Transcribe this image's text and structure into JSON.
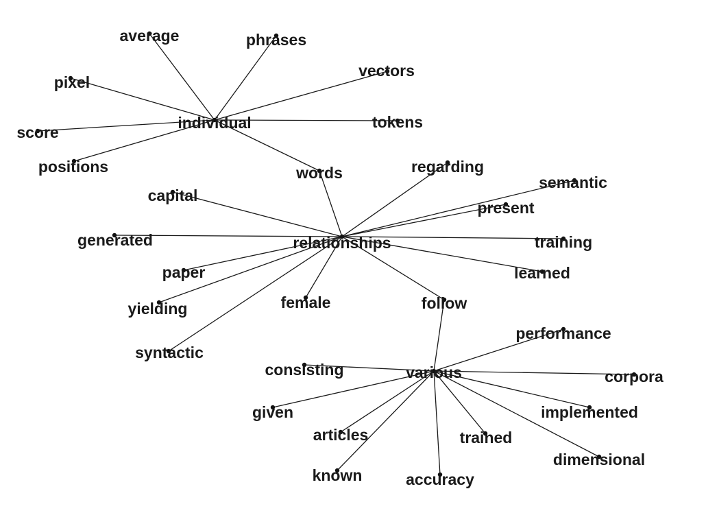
{
  "graph": {
    "nodes": [
      {
        "id": "individual",
        "label": "individual"
      },
      {
        "id": "average",
        "label": "average"
      },
      {
        "id": "phrases",
        "label": "phrases"
      },
      {
        "id": "pixel",
        "label": "pixel"
      },
      {
        "id": "vectors",
        "label": "vectors"
      },
      {
        "id": "score",
        "label": "score"
      },
      {
        "id": "tokens",
        "label": "tokens"
      },
      {
        "id": "positions",
        "label": "positions"
      },
      {
        "id": "words",
        "label": "words"
      },
      {
        "id": "relationships",
        "label": "relationships"
      },
      {
        "id": "regarding",
        "label": "regarding"
      },
      {
        "id": "semantic",
        "label": "semantic"
      },
      {
        "id": "capital",
        "label": "capital"
      },
      {
        "id": "present",
        "label": "present"
      },
      {
        "id": "generated",
        "label": "generated"
      },
      {
        "id": "training",
        "label": "training"
      },
      {
        "id": "paper",
        "label": "paper"
      },
      {
        "id": "learned",
        "label": "learned"
      },
      {
        "id": "yielding",
        "label": "yielding"
      },
      {
        "id": "female",
        "label": "female"
      },
      {
        "id": "follow",
        "label": "follow"
      },
      {
        "id": "syntactic",
        "label": "syntactic"
      },
      {
        "id": "various",
        "label": "various"
      },
      {
        "id": "performance",
        "label": "performance"
      },
      {
        "id": "consisting",
        "label": "consisting"
      },
      {
        "id": "corpora",
        "label": "corpora"
      },
      {
        "id": "given",
        "label": "given"
      },
      {
        "id": "implemented",
        "label": "implemented"
      },
      {
        "id": "articles",
        "label": "articles"
      },
      {
        "id": "trained",
        "label": "trained"
      },
      {
        "id": "dimensional",
        "label": "dimensional"
      },
      {
        "id": "known",
        "label": "known"
      },
      {
        "id": "accuracy",
        "label": "accuracy"
      }
    ],
    "edges": [
      [
        "average",
        "individual"
      ],
      [
        "phrases",
        "individual"
      ],
      [
        "pixel",
        "individual"
      ],
      [
        "vectors",
        "individual"
      ],
      [
        "score",
        "individual"
      ],
      [
        "tokens",
        "individual"
      ],
      [
        "positions",
        "individual"
      ],
      [
        "individual",
        "words"
      ],
      [
        "words",
        "relationships"
      ],
      [
        "regarding",
        "relationships"
      ],
      [
        "semantic",
        "relationships"
      ],
      [
        "present",
        "relationships"
      ],
      [
        "capital",
        "relationships"
      ],
      [
        "generated",
        "relationships"
      ],
      [
        "training",
        "relationships"
      ],
      [
        "paper",
        "relationships"
      ],
      [
        "learned",
        "relationships"
      ],
      [
        "yielding",
        "relationships"
      ],
      [
        "syntactic",
        "relationships"
      ],
      [
        "female",
        "relationships"
      ],
      [
        "relationships",
        "follow"
      ],
      [
        "follow",
        "various"
      ],
      [
        "performance",
        "various"
      ],
      [
        "consisting",
        "various"
      ],
      [
        "corpora",
        "various"
      ],
      [
        "given",
        "various"
      ],
      [
        "implemented",
        "various"
      ],
      [
        "articles",
        "various"
      ],
      [
        "trained",
        "various"
      ],
      [
        "dimensional",
        "various"
      ],
      [
        "known",
        "various"
      ],
      [
        "accuracy",
        "various"
      ]
    ]
  }
}
